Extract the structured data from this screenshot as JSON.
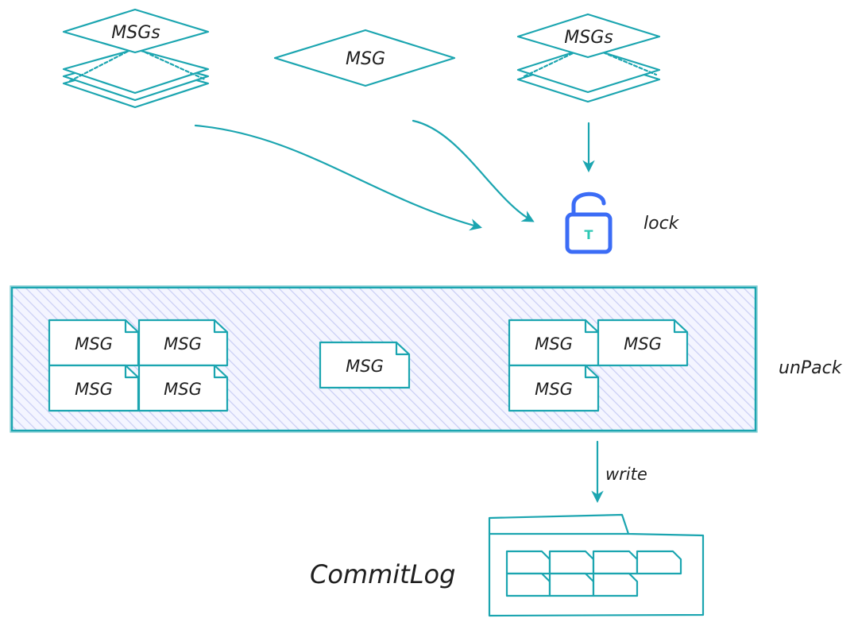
{
  "top": {
    "left_stack_label": "MSGs",
    "single_label": "MSG",
    "right_stack_label": "MSGs"
  },
  "lock": {
    "label": "lock",
    "icon": "padlock-icon",
    "badge": "T",
    "color": "#3b6cf6",
    "badge_color": "#2ec8b4"
  },
  "unpack": {
    "label": "unPack",
    "doc_label": "MSG"
  },
  "write": {
    "label": "write"
  },
  "commitlog": {
    "label": "CommitLog"
  },
  "colors": {
    "accent": "#1ba5b0",
    "hatch": "#c9cdf4"
  }
}
